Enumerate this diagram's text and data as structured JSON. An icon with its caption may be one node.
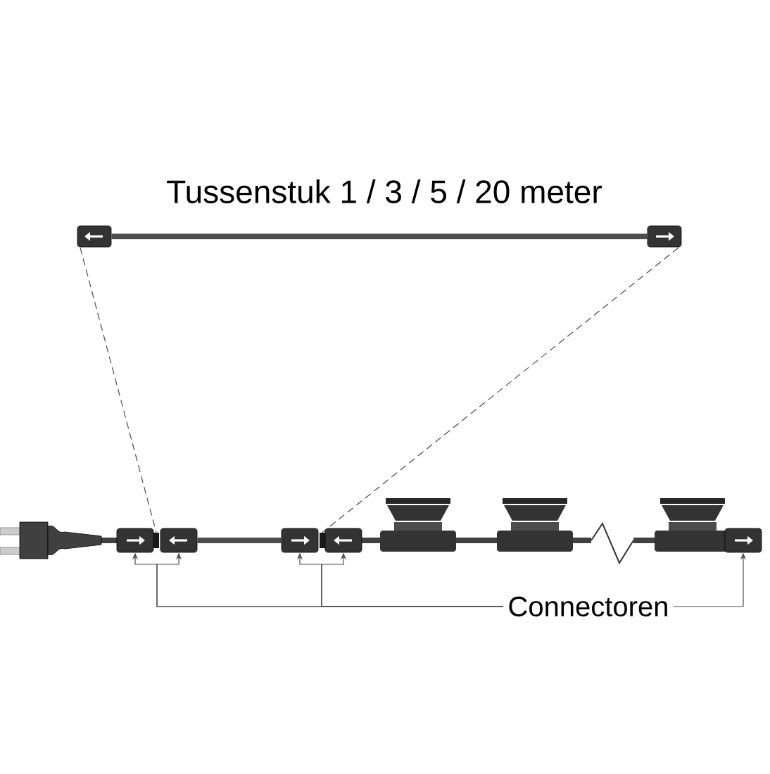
{
  "diagram": {
    "title": "Tussenstuk 1 / 3 / 5 / 20 meter",
    "nodes": [
      {
        "text": [],
        "shape": "box"
      },
      {
        "text": [],
        "shape": "box"
      },
      {
        "text": [],
        "shape": "box"
      },
      {
        "text": [],
        "shape": "bar"
      },
      {
        "text": [],
        "shape": "box"
      },
      {
        "text": [],
        "shape": "box"
      },
      {
        "text": [],
        "shape": "bar"
      },
      {
        "text": [],
        "shape": "box"
      },
      {
        "text": [],
        "shape": "box"
      },
      {
        "text": [
          "Connectoren"
        ]
      }
    ],
    "edges": [
      {
        "from": 0,
        "to": 1,
        "arrow": "none",
        "style": "thick"
      },
      {
        "from": 4,
        "to": 5,
        "arrow": "none",
        "style": "thick"
      },
      {
        "from": 0,
        "to": 3,
        "arrow": "none",
        "style": "dashed"
      },
      {
        "from": 1,
        "to": 6,
        "arrow": "none",
        "style": "dashed"
      },
      {
        "from": 9,
        "to": 2,
        "arrow": "to"
      },
      {
        "from": 9,
        "to": 4,
        "arrow": "to"
      },
      {
        "from": 9,
        "to": 5,
        "arrow": "to"
      },
      {
        "from": 9,
        "to": 7,
        "arrow": "to"
      },
      {
        "from": 9,
        "to": 8,
        "arrow": "to"
      }
    ]
  }
}
